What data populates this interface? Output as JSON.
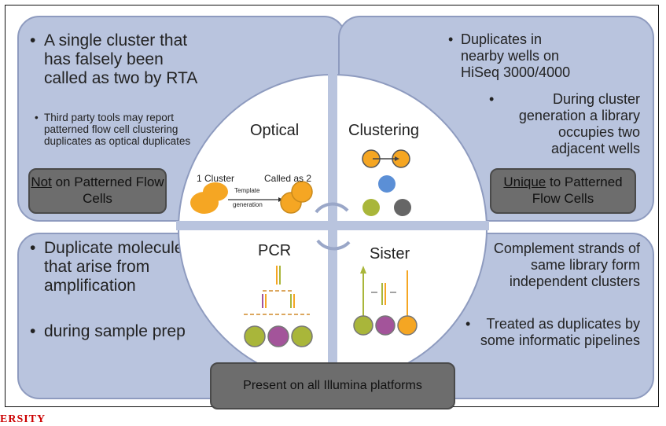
{
  "top_left": {
    "main": "A single cluster that has falsely been called as two by RTA",
    "sub": "Third party tools may report patterned flow cell clustering duplicates as optical duplicates",
    "tag_underlined": "Not",
    "tag_rest": " on Patterned Flow Cells"
  },
  "top_right": {
    "bullet1": "Duplicates in nearby wells on HiSeq 3000/4000",
    "bullet2": "During cluster generation a library occupies two adjacent wells",
    "tag_underlined": "Unique",
    "tag_rest": " to Patterned Flow Cells"
  },
  "bottom_left": {
    "bullet1": "Duplicate molecules that arise from amplification",
    "bullet2": "during sample prep"
  },
  "bottom_right": {
    "line1": "Complement strands of same library form independent clusters",
    "bullet": "Treated as duplicates by some informatic pipelines"
  },
  "quadrants": {
    "optical": "Optical",
    "clustering": "Clustering",
    "pcr": "PCR",
    "sister": "Sister"
  },
  "optical_detail": {
    "one_cluster": "1 Cluster",
    "called_as_2": "Called as 2",
    "template": "Template",
    "generation": "generation"
  },
  "present": "Present on all Illumina platforms",
  "footer": "ERSITY",
  "colors": {
    "panel": "#b9c4de",
    "orange": "#f5a623",
    "olive": "#a9b63a",
    "purple": "#a3549a",
    "blue": "#5b8fd6",
    "gray": "#666666"
  }
}
